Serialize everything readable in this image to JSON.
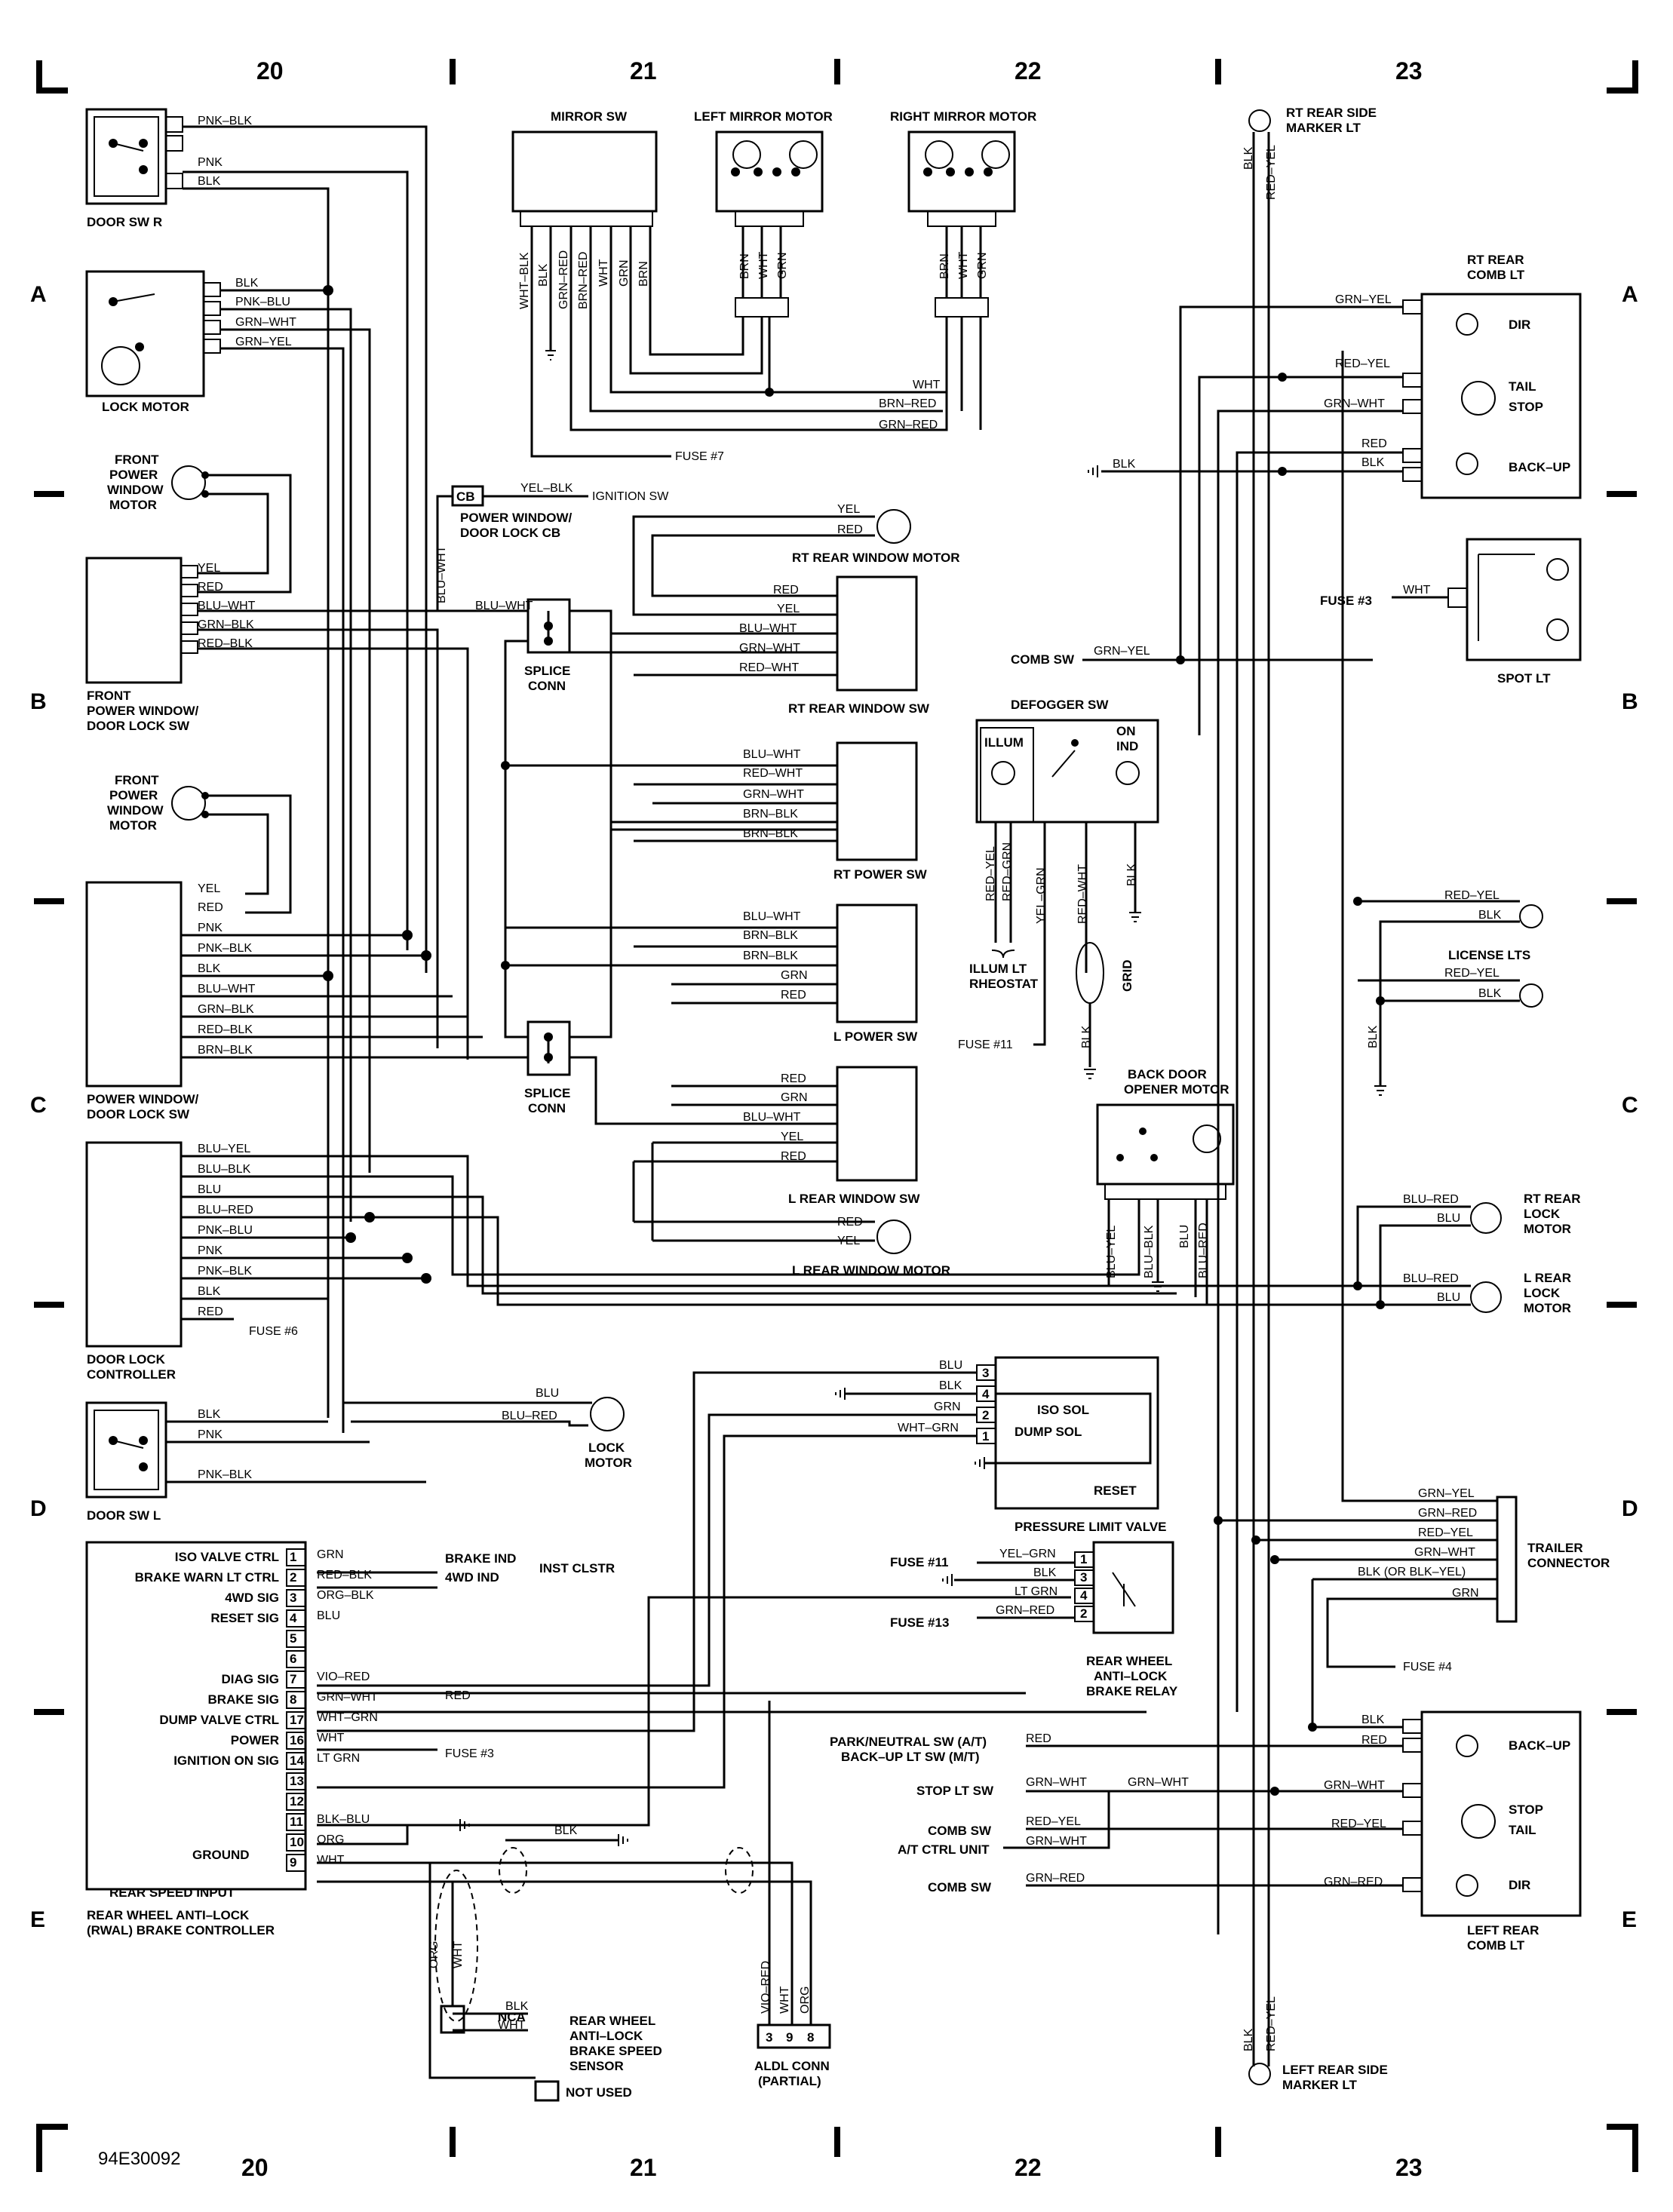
{
  "grid": {
    "cols": [
      "20",
      "21",
      "22",
      "23"
    ],
    "rows": [
      "A",
      "B",
      "C",
      "D",
      "E"
    ]
  },
  "diagram_id": "94E30092",
  "components": {
    "door_sw_r": "DOOR SW R",
    "lock_motor_top": "LOCK MOTOR",
    "front_pw_motor_1": [
      "FRONT",
      "POWER",
      "WINDOW",
      "MOTOR"
    ],
    "front_pw_dl_sw": [
      "FRONT",
      "POWER WINDOW/",
      "DOOR LOCK SW"
    ],
    "front_pw_motor_2": [
      "FRONT",
      "POWER",
      "WINDOW",
      "MOTOR"
    ],
    "pw_dl_sw": [
      "POWER WINDOW/",
      "DOOR LOCK SW"
    ],
    "door_lock_controller": [
      "DOOR LOCK",
      "CONTROLLER"
    ],
    "door_sw_l": "DOOR SW L",
    "lock_motor_bottom": [
      "LOCK",
      "MOTOR"
    ],
    "mirror_sw": "MIRROR SW",
    "left_mirror_motor": "LEFT MIRROR MOTOR",
    "right_mirror_motor": "RIGHT MIRROR MOTOR",
    "fuse7": "FUSE #7",
    "cb": "CB",
    "pw_dl_cb": [
      "POWER WINDOW/",
      "DOOR LOCK CB"
    ],
    "ignition_sw": "IGNITION SW",
    "splice_conn": [
      "SPLICE",
      "CONN"
    ],
    "rt_rear_window_motor": "RT REAR WINDOW MOTOR",
    "rt_rear_window_sw": "RT REAR WINDOW SW",
    "rt_power_sw": "RT POWER SW",
    "l_power_sw": "L POWER SW",
    "l_rear_window_sw": "L REAR WINDOW SW",
    "l_rear_window_motor": "L REAR WINDOW MOTOR",
    "defogger_sw": "DEFOGGER SW",
    "illum": "ILLUM",
    "on_ind": [
      "ON",
      "IND"
    ],
    "illum_lt_rheostat": [
      "ILLUM LT",
      "RHEOSTAT"
    ],
    "grid_lbl": "GRID",
    "fuse11": "FUSE #11",
    "comb_sw": "COMB SW",
    "back_door_opener": [
      "BACK DOOR",
      "OPENER MOTOR"
    ],
    "pressure_limit_valve": "PRESSURE LIMIT VALVE",
    "iso_sol": "ISO SOL",
    "dump_sol": "DUMP SOL",
    "reset": "RESET",
    "rt_rear_side_marker": [
      "RT REAR SIDE",
      "MARKER LT"
    ],
    "rt_rear_comb_lt": [
      "RT REAR",
      "COMB LT"
    ],
    "dir": "DIR",
    "tail": "TAIL",
    "stop": "STOP",
    "back_up": "BACK–UP",
    "fuse3": "FUSE #3",
    "spot_lt": "SPOT LT",
    "license_lts": "LICENSE LTS",
    "rt_rear_lock_motor": [
      "RT REAR",
      "LOCK",
      "MOTOR"
    ],
    "l_rear_lock_motor": [
      "L REAR",
      "LOCK",
      "MOTOR"
    ],
    "trailer_connector": [
      "TRAILER",
      "CONNECTOR"
    ],
    "fuse4": "FUSE #4",
    "fuse13": "FUSE #13",
    "rwal_relay": [
      "REAR WHEEL",
      "ANTI–LOCK",
      "BRAKE RELAY"
    ],
    "rwal_controller": [
      "REAR WHEEL ANTI–LOCK",
      "(RWAL) BRAKE CONTROLLER"
    ],
    "speed_sensor": [
      "REAR WHEEL",
      "ANTI–LOCK",
      "BRAKE SPEED",
      "SENSOR"
    ],
    "aldl_conn": [
      "ALDL CONN",
      "(PARTIAL)"
    ],
    "not_used": "NOT USED",
    "nca": "NCA",
    "fuse6": "FUSE #6",
    "brake_ind": "BRAKE IND",
    "wd4_ind": "4WD IND",
    "inst_clstr": "INST CLSTR",
    "left_rear_comb_lt": [
      "LEFT REAR",
      "COMB LT"
    ],
    "left_rear_side_marker": [
      "LEFT REAR SIDE",
      "MARKER LT"
    ],
    "park_neutral": [
      "PARK/NEUTRAL SW (A/T)",
      "BACK–UP LT SW (M/T)"
    ],
    "stop_lt_sw": "STOP LT SW",
    "ac_ctrl_unit": "A/T CTRL UNIT",
    "ground": "GROUND",
    "rear_speed_input": "REAR SPEED INPUT"
  },
  "rwal_pins": [
    {
      "pin": "1",
      "name": "ISO VALVE CTRL",
      "wire": "GRN"
    },
    {
      "pin": "2",
      "name": "BRAKE WARN LT CTRL",
      "wire": "RED–BLK"
    },
    {
      "pin": "3",
      "name": "4WD SIG",
      "wire": "ORG–BLK"
    },
    {
      "pin": "4",
      "name": "RESET SIG",
      "wire": "BLU"
    },
    {
      "pin": "5",
      "name": "",
      "wire": ""
    },
    {
      "pin": "6",
      "name": "",
      "wire": ""
    },
    {
      "pin": "7",
      "name": "DIAG SIG",
      "wire": "VIO–RED"
    },
    {
      "pin": "8",
      "name": "BRAKE SIG",
      "wire": "GRN–WHT"
    },
    {
      "pin": "17",
      "name": "DUMP VALVE CTRL",
      "wire": "WHT–GRN"
    },
    {
      "pin": "16",
      "name": "POWER",
      "wire": "WHT"
    },
    {
      "pin": "14",
      "name": "IGNITION ON SIG",
      "wire": "LT GRN"
    },
    {
      "pin": "13",
      "name": "",
      "wire": ""
    },
    {
      "pin": "12",
      "name": "",
      "wire": ""
    },
    {
      "pin": "11",
      "name": "",
      "wire": "BLK–BLU"
    },
    {
      "pin": "10",
      "name": "",
      "wire": "ORG"
    },
    {
      "pin": "9",
      "name": "",
      "wire": "WHT"
    }
  ],
  "wires": {
    "door_sw_r": [
      "PNK–BLK",
      "PNK",
      "BLK"
    ],
    "lock_motor_top": [
      "BLK",
      "PNK–BLU",
      "GRN–WHT",
      "GRN–YEL"
    ],
    "front_sw": [
      "YEL",
      "RED",
      "BLU–WHT",
      "GRN–BLK",
      "RED–BLK"
    ],
    "pw_dl_sw": [
      "YEL",
      "RED",
      "PNK",
      "PNK–BLK",
      "BLK",
      "BLU–WHT",
      "GRN–BLK",
      "RED–BLK",
      "BRN–BLK"
    ],
    "door_lock_ctrl": [
      "BLU–YEL",
      "BLU–BLK",
      "BLU",
      "BLU–RED",
      "PNK–BLU",
      "PNK",
      "PNK–BLK",
      "BLK",
      "RED"
    ],
    "door_sw_l": [
      "BLK",
      "PNK",
      "PNK–BLK"
    ],
    "lock_motor_bottom": [
      "BLU",
      "BLU–RED"
    ],
    "mirror_sw": [
      "WHT–BLK",
      "BLK",
      "GRN–RED",
      "BRN–RED",
      "WHT",
      "GRN",
      "BRN"
    ],
    "left_mirror": [
      "BRN",
      "WHT",
      "GRN"
    ],
    "right_mirror": [
      "BRN",
      "WHT",
      "GRN"
    ],
    "mirror_bus": [
      "WHT",
      "BRN–RED",
      "GRN–RED"
    ],
    "yel_blk": "YEL–BLK",
    "blu_wht": "BLU–WHT",
    "rt_rear_motor": [
      "YEL",
      "RED"
    ],
    "rt_rear_sw": [
      "RED",
      "YEL",
      "BLU–WHT",
      "GRN–WHT",
      "RED–WHT"
    ],
    "rt_power_sw": [
      "BLU–WHT",
      "RED–WHT",
      "GRN–WHT",
      "BRN–BLK",
      "BRN–BLK"
    ],
    "l_power_sw": [
      "BLU–WHT",
      "BRN–BLK",
      "BRN–BLK",
      "GRN",
      "RED"
    ],
    "l_rear_sw": [
      "RED",
      "GRN",
      "BLU–WHT",
      "YEL",
      "RED"
    ],
    "l_rear_motor": [
      "RED",
      "YEL"
    ],
    "defogger": [
      "RED–YEL",
      "RED–GRN",
      "YEL–GRN",
      "RED–WHT",
      "BLK"
    ],
    "grid_blk": "BLK",
    "back_door": [
      "BLU–YEL",
      "BLU–BLK",
      "BLU",
      "BLU–RED"
    ],
    "pressure_valve": [
      "BLU",
      "BLK",
      "GRN",
      "WHT–GRN"
    ],
    "pressure_pins": [
      "3",
      "4",
      "2",
      "1"
    ],
    "rt_comb": [
      "GRN–YEL",
      "RED–YEL",
      "GRN–WHT",
      "RED",
      "BLK"
    ],
    "marker": [
      "BLK",
      "RED–YEL"
    ],
    "spot": "WHT",
    "comb_sw_wire": "GRN–YEL",
    "license": [
      "RED–YEL",
      "BLK",
      "RED–YEL",
      "BLK"
    ],
    "license_blk": "BLK",
    "rt_lock": [
      "BLU–RED",
      "BLU"
    ],
    "l_lock": [
      "BLU–RED",
      "BLU"
    ],
    "trailer": [
      "GRN–YEL",
      "GRN–RED",
      "RED–YEL",
      "GRN–WHT",
      "BLK (OR BLK–YEL)",
      "GRN"
    ],
    "relay": [
      "YEL–GRN",
      "BLK",
      "LT GRN",
      "GRN–RED"
    ],
    "relay_pins": [
      "1",
      "3",
      "4",
      "2"
    ],
    "left_comb": [
      "BLK",
      "RED",
      "GRN–WHT",
      "RED–YEL",
      "GRN–RED"
    ],
    "left_comb_in": [
      "RED",
      "GRN–WHT",
      "GRN–WHT",
      "RED–YEL",
      "GRN–WHT",
      "GRN–RED"
    ],
    "aldl": [
      "VIO–RED",
      "WHT",
      "ORG"
    ],
    "aldl_pins": [
      "3",
      "9",
      "8"
    ],
    "sensor": [
      "BLK",
      "WHT",
      "ORG",
      "WHT"
    ],
    "ground_blk": "BLK"
  }
}
